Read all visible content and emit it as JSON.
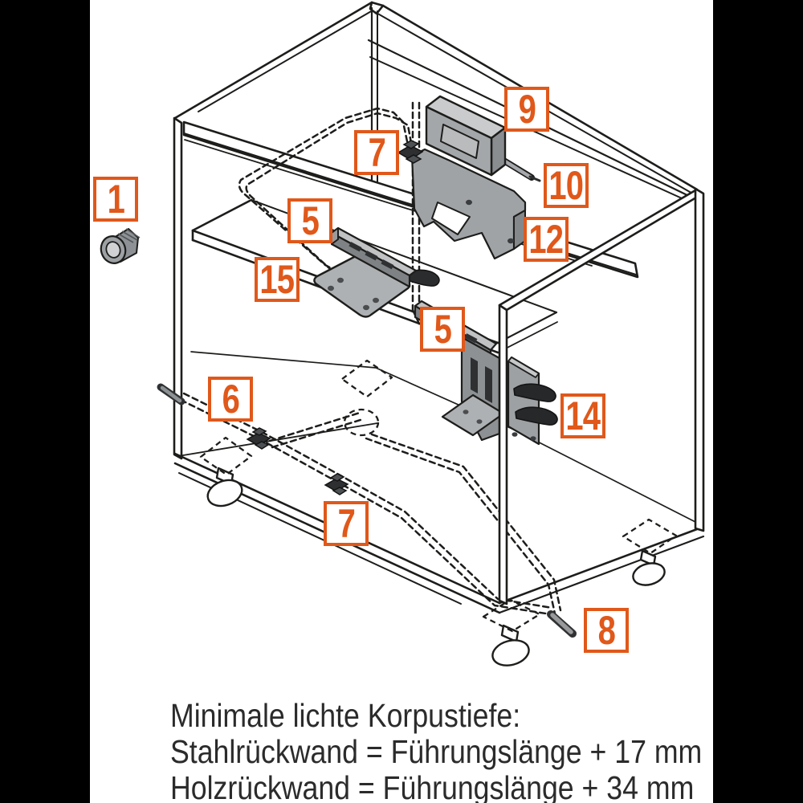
{
  "colors": {
    "accent_orange": "#e0581a",
    "line_black": "#1d1d1b",
    "note_text": "#2b2b2b",
    "component_gray": "#a6a9ac",
    "component_gray_light": "#c9cbcd",
    "component_gray_dark": "#84878a",
    "component_dark": "#2c2e30",
    "background": "#ffffff",
    "letterbox": "#000000"
  },
  "callouts": [
    {
      "text": "1"
    },
    {
      "text": "5"
    },
    {
      "text": "7"
    },
    {
      "text": "9"
    },
    {
      "text": "10"
    },
    {
      "text": "12"
    },
    {
      "text": "15"
    },
    {
      "text": "5"
    },
    {
      "text": "14"
    },
    {
      "text": "6"
    },
    {
      "text": "7"
    },
    {
      "text": "8"
    }
  ],
  "notes": [
    "Minimale lichte Korpustiefe:",
    "Stahlrückwand = Führungslänge + 17 mm",
    "Holzrückwand = Führungslänge + 34 mm"
  ]
}
